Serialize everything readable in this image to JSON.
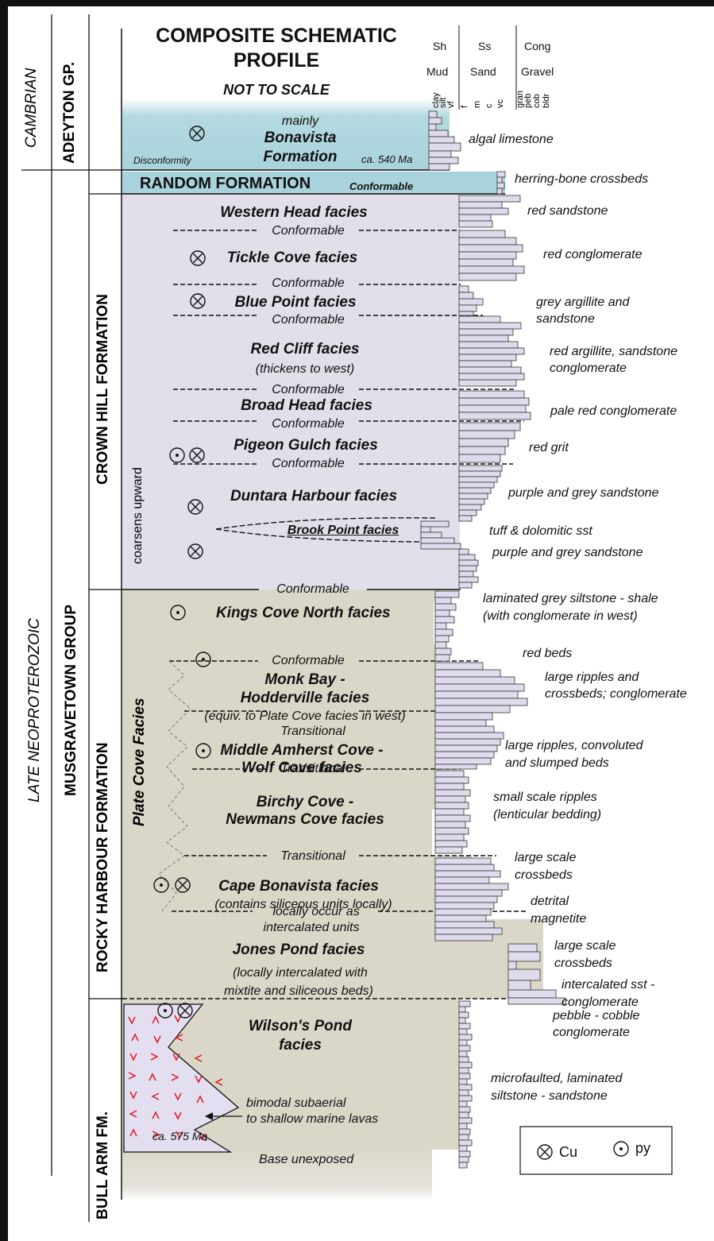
{
  "column_titles": {
    "title_line1": "COMPOSITE SCHEMATIC",
    "title_line2": "PROFILE",
    "not_to_scale": "NOT TO SCALE"
  },
  "grain_size_header": {
    "row1": [
      "Sh",
      "Ss",
      "Cong"
    ],
    "row2": [
      "Mud",
      "Sand",
      "Gravel"
    ],
    "ticks": [
      "clay",
      "silt",
      "vf",
      "f",
      "m",
      "c",
      "vc",
      "gran",
      "peb",
      "cob",
      "bldr"
    ]
  },
  "vertical_labels": {
    "cambrian": "CAMBRIAN",
    "adeyton": "ADEYTON GP.",
    "late_neoproterozoic": "LATE NEOPROTEROZOIC",
    "musgravetown": "MUSGRAVETOWN GROUP",
    "crown_hill": "CROWN HILL FORMATION",
    "rocky_harbour": "ROCKY HARBOUR FORMATION",
    "bull_arm": "BULL ARM FM.",
    "coarsens_upward": "coarsens upward",
    "plate_cove": "Plate Cove Facies"
  },
  "units": {
    "bonavista_pre": "mainly",
    "bonavista_line1": "Bonavista",
    "bonavista_line2": "Formation",
    "bonavista_age": "ca. 540 Ma",
    "disconformity": "Disconformity",
    "random": "RANDOM FORMATION",
    "random_contact": "Conformable",
    "western_head": "Western Head facies",
    "tickle_cove": "Tickle Cove facies",
    "blue_point": "Blue Point facies",
    "red_cliff": "Red Cliff facies",
    "red_cliff_note": "(thickens to west)",
    "broad_head": "Broad Head facies",
    "pigeon_gulch": "Pigeon Gulch facies",
    "duntara": "Duntara Harbour facies",
    "brook_point": "Brook Point facies",
    "kings_cove": "Kings Cove North facies",
    "monk_bay_1": "Monk Bay -",
    "monk_bay_2": "Hodderville facies",
    "monk_bay_note": "(equiv. to Plate Cove facies in west)",
    "middle_amherst_1": "Middle Amherst Cove -",
    "middle_amherst_2": "Wolf Cove facies",
    "birchy_1": "Birchy Cove -",
    "birchy_2": "Newmans Cove facies",
    "cape_bonavista": "Cape Bonavista facies",
    "cape_bonavista_note": "(contains siliceous units locally)",
    "jones_pond": "Jones Pond facies",
    "jones_note_1": "(locally intercalated with",
    "jones_note_2": "mixtite and siliceous beds)",
    "wilsons_1": "Wilson's Pond",
    "wilsons_2": "facies",
    "lavas_1": "bimodal subaerial",
    "lavas_2": "to shallow marine lavas",
    "bull_arm_age": "ca. 575 Ma",
    "base": "Base unexposed"
  },
  "contacts": {
    "conformable": "Conformable",
    "transitional": "Transitional",
    "locally_1": "locally occur as",
    "locally_2": "intercalated units"
  },
  "lithology_notes": {
    "algal": "algal limestone",
    "herring": "herring-bone crossbeds",
    "red_sst": "red sandstone",
    "red_cgl": "red conglomerate",
    "grey_arg_1": "grey argillite and",
    "grey_arg_2": "sandstone",
    "red_arg_1": "red argillite, sandstone",
    "red_arg_2": "conglomerate",
    "pale_red": "pale red conglomerate",
    "red_grit": "red grit",
    "purple_1": "purple and grey sandstone",
    "tuff": "tuff & dolomitic sst",
    "purple_2": "purple and grey sandstone",
    "lam_1": "laminated grey siltstone - shale",
    "lam_2": "(with conglomerate in west)",
    "red_beds": "red beds",
    "large_rip_1": "large ripples and",
    "large_rip_2": "crossbeds; conglomerate",
    "conv_1": "large ripples, convoluted",
    "conv_2": "and slumped beds",
    "small_1": "small scale ripples",
    "small_2": "(lenticular bedding)",
    "lsc_1a": "large scale",
    "lsc_1b": "crossbeds",
    "detrital_1": "detrital",
    "detrital_2": "magnetite",
    "lsc_2a": "large scale",
    "lsc_2b": "crossbeds",
    "intercal_1": "intercalated sst -",
    "intercal_2": "conglomerate",
    "pebble_1": "pebble - cobble",
    "pebble_2": "conglomerate",
    "microf_1": "microfaulted, laminated",
    "microf_2": "siltstone - sandstone"
  },
  "legend": {
    "cu_label": "Cu",
    "py_label": "py"
  },
  "colors": {
    "bonavista": "#a9d3dc",
    "crown_hill": "#e2dfeb",
    "rocky_harbour": "#dbd7c8",
    "bull_arm": "#dcdcd4",
    "lava_fill": "#e3dff0",
    "lava_marks": "#e0121e",
    "bar_fill": "#dedcec"
  }
}
